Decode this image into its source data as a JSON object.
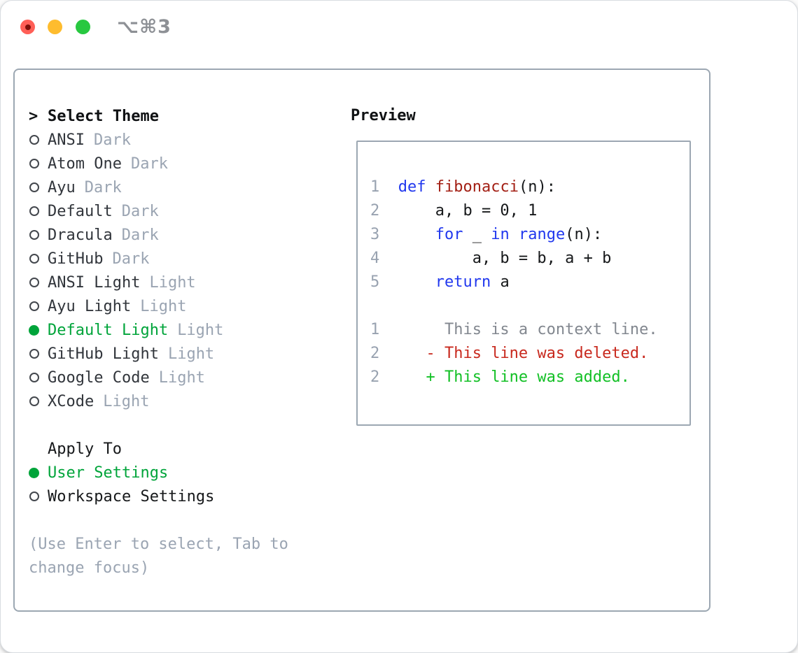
{
  "titlebar": {
    "title": "⌥⌘3",
    "buttons": [
      "close",
      "minimize",
      "zoom"
    ]
  },
  "colors": {
    "ui_green": "#00a43a",
    "added_green": "#12c025",
    "deleted_red": "#c8291e",
    "function_red": "#a32015",
    "keyword_blue": "#2138ee",
    "muted_gray": "#9aa4b2",
    "line_number_gray": "#98a2b0",
    "context_gray": "#82878f",
    "border_gray": "#9ca7b2",
    "text_dark": "#31353b"
  },
  "sidebar": {
    "header": {
      "prompt": ">",
      "label": "Select Theme"
    },
    "themes": [
      {
        "name": "ANSI",
        "variant": "Dark",
        "selected": false
      },
      {
        "name": "Atom One",
        "variant": "Dark",
        "selected": false
      },
      {
        "name": "Ayu",
        "variant": "Dark",
        "selected": false
      },
      {
        "name": "Default",
        "variant": "Dark",
        "selected": false
      },
      {
        "name": "Dracula",
        "variant": "Dark",
        "selected": false
      },
      {
        "name": "GitHub",
        "variant": "Dark",
        "selected": false
      },
      {
        "name": "ANSI Light",
        "variant": "Light",
        "selected": false
      },
      {
        "name": "Ayu Light",
        "variant": "Light",
        "selected": false
      },
      {
        "name": "Default Light",
        "variant": "Light",
        "selected": true
      },
      {
        "name": "GitHub Light",
        "variant": "Light",
        "selected": false
      },
      {
        "name": "Google Code",
        "variant": "Light",
        "selected": false
      },
      {
        "name": "XCode",
        "variant": "Light",
        "selected": false
      }
    ],
    "apply_to": {
      "label": "Apply To",
      "options": [
        {
          "name": "User Settings",
          "selected": true
        },
        {
          "name": "Workspace Settings",
          "selected": false
        }
      ]
    },
    "help": [
      "(Use Enter to select, Tab to",
      "change focus)"
    ]
  },
  "preview": {
    "label": "Preview",
    "lines": [
      {
        "type": "code",
        "num": "1",
        "segments": [
          [
            "plain",
            "  "
          ],
          [
            "kw",
            "def"
          ],
          [
            "plain",
            " "
          ],
          [
            "fn",
            "fibonacci"
          ],
          [
            "plain",
            "(n):"
          ]
        ]
      },
      {
        "type": "code",
        "num": "2",
        "segments": [
          [
            "plain",
            "      a, b = 0, 1"
          ]
        ]
      },
      {
        "type": "code",
        "num": "3",
        "segments": [
          [
            "plain",
            "      "
          ],
          [
            "kw",
            "for"
          ],
          [
            "plain",
            " _ "
          ],
          [
            "kw",
            "in"
          ],
          [
            "plain",
            " "
          ],
          [
            "kw",
            "range"
          ],
          [
            "plain",
            "(n):"
          ]
        ]
      },
      {
        "type": "code",
        "num": "4",
        "segments": [
          [
            "plain",
            "          a, b = b, a + b"
          ]
        ]
      },
      {
        "type": "code",
        "num": "5",
        "segments": [
          [
            "plain",
            "      "
          ],
          [
            "kw",
            "return"
          ],
          [
            "plain",
            " a"
          ]
        ]
      },
      {
        "type": "blank",
        "num": "",
        "segments": []
      },
      {
        "type": "context",
        "num": "1",
        "segments": [
          [
            "ctx",
            "       This is a context line."
          ]
        ]
      },
      {
        "type": "deleted",
        "num": "2",
        "segments": [
          [
            "del",
            "     - This line was deleted."
          ]
        ]
      },
      {
        "type": "added",
        "num": "2",
        "segments": [
          [
            "add",
            "     + This line was added."
          ]
        ]
      }
    ]
  }
}
